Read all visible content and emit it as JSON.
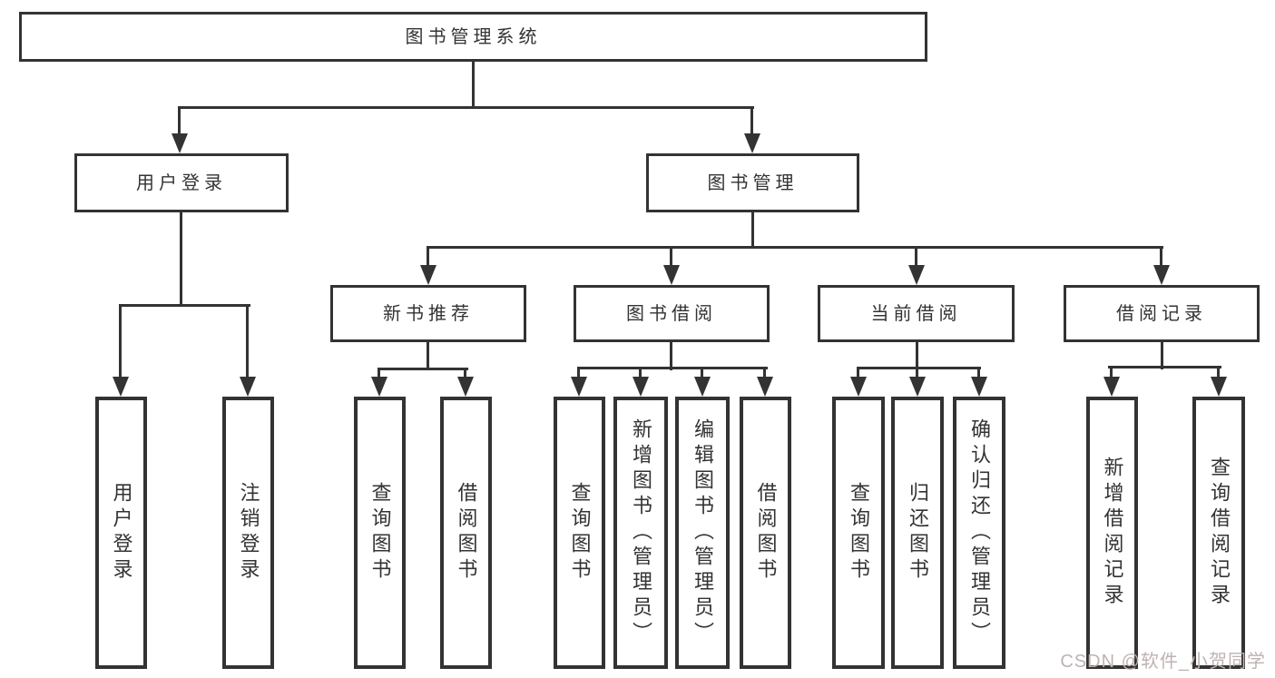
{
  "tree": {
    "root": {
      "label": "图书管理系统",
      "children": [
        {
          "label": "用户登录",
          "children": [
            {
              "label": "用户登录"
            },
            {
              "label": "注销登录"
            }
          ]
        },
        {
          "label": "图书管理",
          "children": [
            {
              "label": "新书推荐",
              "children": [
                {
                  "label": "查询图书"
                },
                {
                  "label": "借阅图书"
                }
              ]
            },
            {
              "label": "图书借阅",
              "children": [
                {
                  "label": "查询图书"
                },
                {
                  "label": "新增图书（管理员）"
                },
                {
                  "label": "编辑图书（管理员）"
                },
                {
                  "label": "借阅图书"
                }
              ]
            },
            {
              "label": "当前借阅",
              "children": [
                {
                  "label": "查询图书"
                },
                {
                  "label": "归还图书"
                },
                {
                  "label": "确认归还（管理员）"
                }
              ]
            },
            {
              "label": "借阅记录",
              "children": [
                {
                  "label": "新增借阅记录"
                },
                {
                  "label": "查询借阅记录"
                }
              ]
            }
          ]
        }
      ]
    }
  },
  "watermark": {
    "text": "CSDN @软件_小贺同学"
  },
  "colors": {
    "line": "#333333",
    "text": "#333333",
    "background": "#ffffff",
    "watermark": "#bfb2b2"
  }
}
